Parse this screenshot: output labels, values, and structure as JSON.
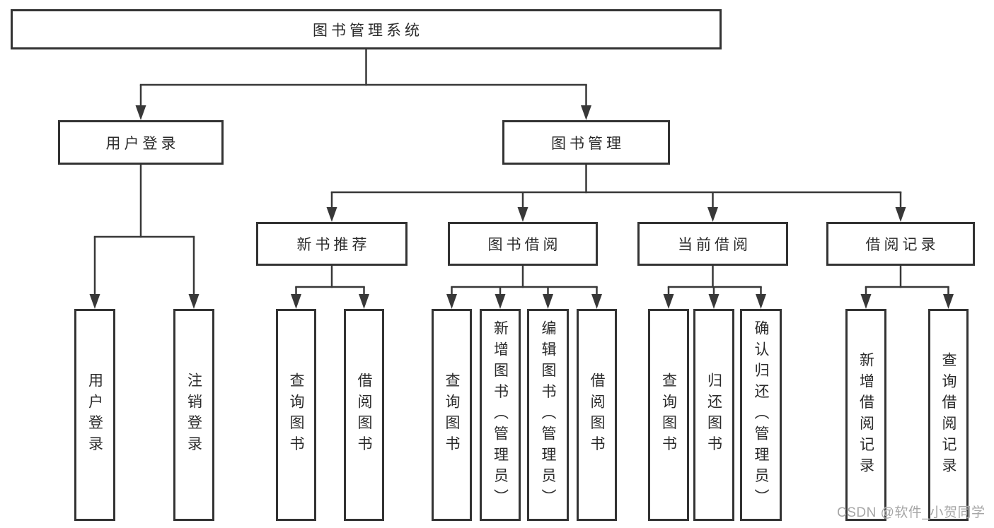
{
  "diagram": {
    "root": {
      "label": "图书管理系统"
    },
    "level2": [
      {
        "label": "用户登录"
      },
      {
        "label": "图书管理"
      }
    ],
    "level3": [
      {
        "label": "新书推荐"
      },
      {
        "label": "图书借阅"
      },
      {
        "label": "当前借阅"
      },
      {
        "label": "借阅记录"
      }
    ],
    "leaves": {
      "user_login": [
        {
          "label": "用户登录"
        },
        {
          "label": "注销登录"
        }
      ],
      "new_book_recommend": [
        {
          "label": "查询图书"
        },
        {
          "label": "借阅图书"
        }
      ],
      "book_borrow": [
        {
          "label": "查询图书"
        },
        {
          "label": "新增图书（管理员）"
        },
        {
          "label": "编辑图书（管理员）"
        },
        {
          "label": "借阅图书"
        }
      ],
      "current_borrow": [
        {
          "label": "查询图书"
        },
        {
          "label": "归还图书"
        },
        {
          "label": "确认归还（管理员）"
        }
      ],
      "borrow_records": [
        {
          "label": "新增借阅记录"
        },
        {
          "label": "查询借阅记录"
        }
      ]
    },
    "colors": {
      "line": "#383838",
      "box_border": "#333333",
      "text": "#2b2b2b",
      "background": "#ffffff",
      "watermark": "#a6a6a6"
    }
  },
  "watermark": {
    "text": "CSDN @软件_小贺同学"
  }
}
